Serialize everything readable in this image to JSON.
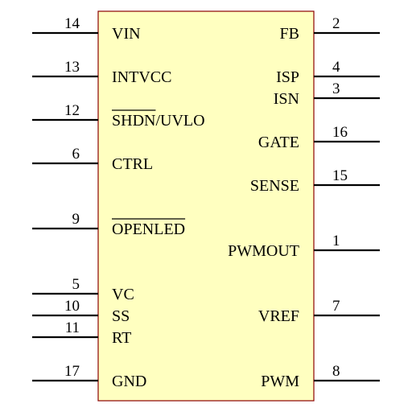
{
  "component": {
    "body_fill": "#ffffc0",
    "outline_color": "#8b0000",
    "pin_color": "#000000"
  },
  "left_pins": [
    {
      "number": "14",
      "name": "VIN",
      "overbar": false
    },
    {
      "number": "13",
      "name": "INTVCC",
      "overbar": false
    },
    {
      "number": "12",
      "name": "SHDN/UVLO",
      "overbar": false
    },
    {
      "number": "6",
      "name": "CTRL",
      "overbar": false
    },
    {
      "number": "9",
      "name": "OPENLED",
      "overbar": true
    },
    {
      "number": "5",
      "name": "VC",
      "overbar": false
    },
    {
      "number": "10",
      "name": "SS",
      "overbar": false
    },
    {
      "number": "11",
      "name": "RT",
      "overbar": false
    },
    {
      "number": "17",
      "name": "GND",
      "overbar": false
    }
  ],
  "right_pins": [
    {
      "number": "2",
      "name": "FB"
    },
    {
      "number": "4",
      "name": "ISP"
    },
    {
      "number": "3",
      "name": "ISN"
    },
    {
      "number": "16",
      "name": "GATE"
    },
    {
      "number": "15",
      "name": "SENSE"
    },
    {
      "number": "1",
      "name": "PWMOUT"
    },
    {
      "number": "7",
      "name": "VREF"
    },
    {
      "number": "8",
      "name": "PWM"
    }
  ]
}
